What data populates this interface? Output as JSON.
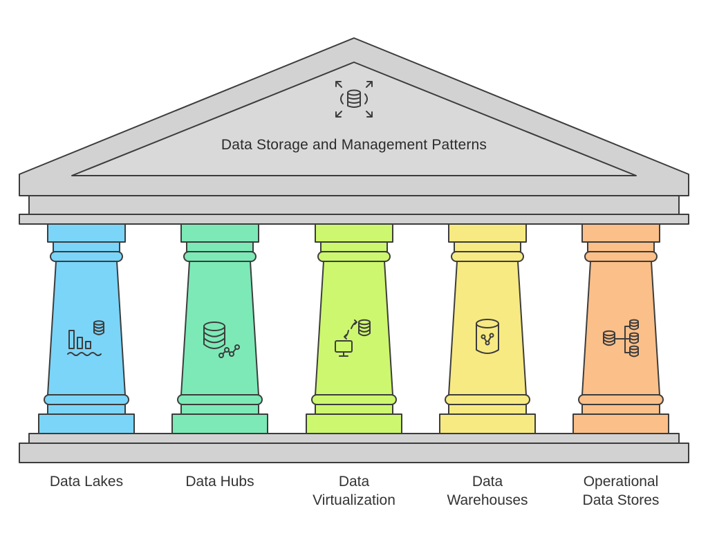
{
  "title": "Data Storage and Management Patterns",
  "title_icon": "database-expand-icon",
  "colors": {
    "stone_fill": "#d2d2d2",
    "stone_stroke": "#3c3c3c",
    "pillar_blue": "#7bd5f8",
    "pillar_green": "#7de9b7",
    "pillar_lime": "#cdf76e",
    "pillar_yellow": "#f7ea82",
    "pillar_orange": "#fbbf89"
  },
  "pillars": [
    {
      "label_lines": [
        "Data Lakes"
      ],
      "icon": "data-lake-icon",
      "color": "#7bd5f8"
    },
    {
      "label_lines": [
        "Data Hubs"
      ],
      "icon": "data-hub-icon",
      "color": "#7de9b7"
    },
    {
      "label_lines": [
        "Data",
        "Virtualization"
      ],
      "icon": "data-virtualization-icon",
      "color": "#cdf76e"
    },
    {
      "label_lines": [
        "Data",
        "Warehouses"
      ],
      "icon": "data-warehouse-icon",
      "color": "#f7ea82"
    },
    {
      "label_lines": [
        "Operational",
        "Data Stores"
      ],
      "icon": "operational-data-store-icon",
      "color": "#fbbf89"
    }
  ]
}
